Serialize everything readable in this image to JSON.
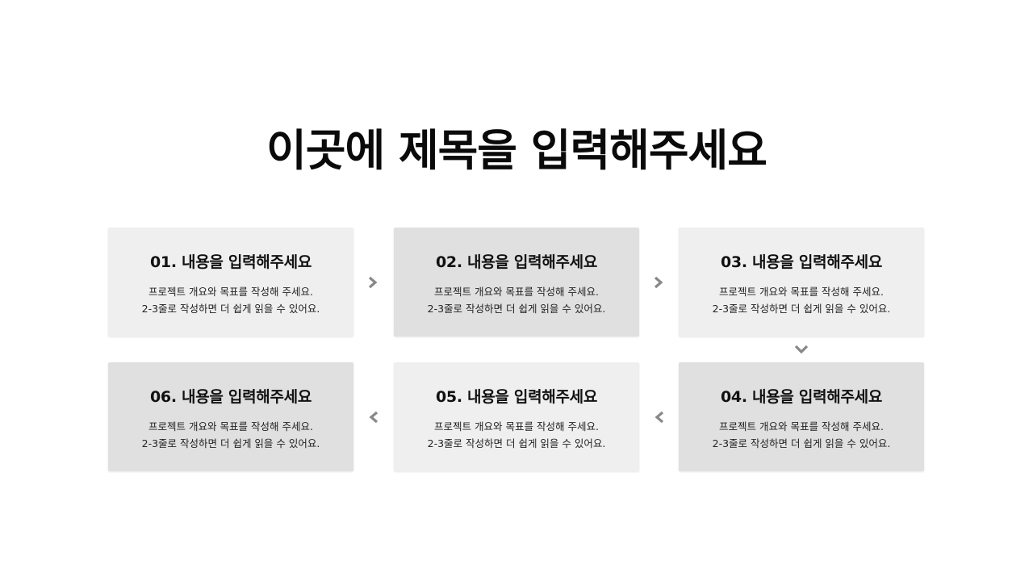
{
  "slide": {
    "title": "이곳에 제목을 입력해주세요"
  },
  "colors": {
    "card_light": "#efefef",
    "card_dark": "#e0e0e0",
    "arrow": "#888888"
  },
  "steps": [
    {
      "title": "01. 내용을 입력해주세요",
      "line1": "프로젝트 개요와 목표를 작성해 주세요.",
      "line2": "2-3줄로 작성하면 더 쉽게 읽을 수 있어요.",
      "shade": "light"
    },
    {
      "title": "02. 내용을 입력해주세요",
      "line1": "프로젝트 개요와 목표를 작성해 주세요.",
      "line2": "2-3줄로 작성하면 더 쉽게 읽을 수 있어요.",
      "shade": "dark"
    },
    {
      "title": "03. 내용을 입력해주세요",
      "line1": "프로젝트 개요와 목표를 작성해 주세요.",
      "line2": "2-3줄로 작성하면 더 쉽게 읽을 수 있어요.",
      "shade": "light"
    },
    {
      "title": "04. 내용을 입력해주세요",
      "line1": "프로젝트 개요와 목표를 작성해 주세요.",
      "line2": "2-3줄로 작성하면 더 쉽게 읽을 수 있어요.",
      "shade": "dark"
    },
    {
      "title": "05. 내용을 입력해주세요",
      "line1": "프로젝트 개요와 목표를 작성해 주세요.",
      "line2": "2-3줄로 작성하면 더 쉽게 읽을 수 있어요.",
      "shade": "light"
    },
    {
      "title": "06. 내용을 입력해주세요",
      "line1": "프로젝트 개요와 목표를 작성해 주세요.",
      "line2": "2-3줄로 작성하면 더 쉽게 읽을 수 있어요.",
      "shade": "dark"
    }
  ],
  "arrows": [
    {
      "from": "01",
      "to": "02",
      "icon": "chevron-right-icon"
    },
    {
      "from": "02",
      "to": "03",
      "icon": "chevron-right-icon"
    },
    {
      "from": "03",
      "to": "04",
      "icon": "chevron-down-icon"
    },
    {
      "from": "04",
      "to": "05",
      "icon": "chevron-left-icon"
    },
    {
      "from": "05",
      "to": "06",
      "icon": "chevron-left-icon"
    }
  ]
}
